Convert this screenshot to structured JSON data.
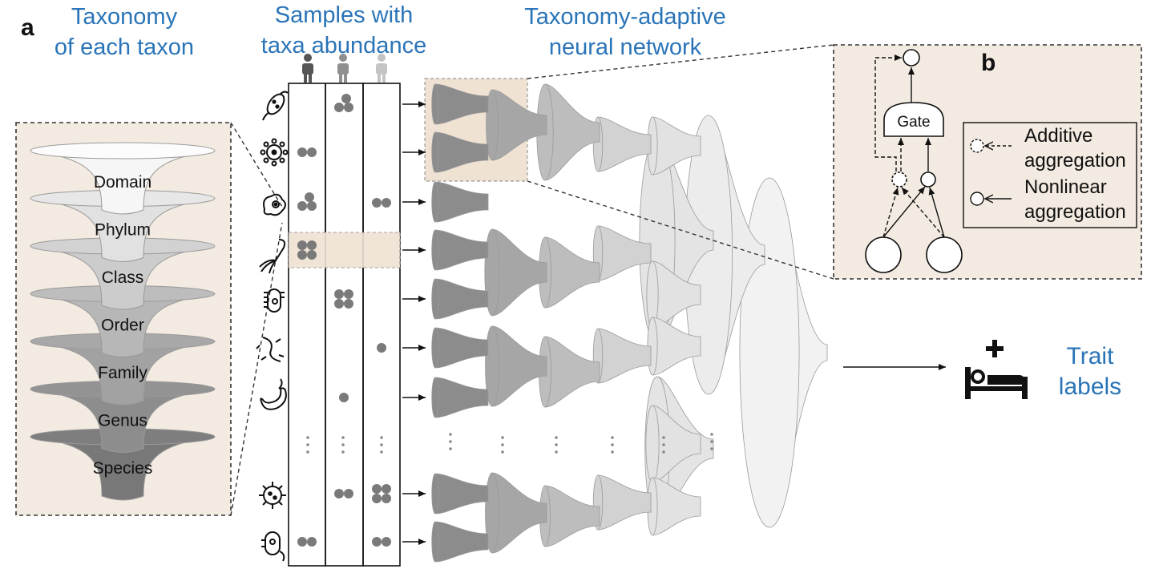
{
  "panel_a": {
    "letter": "a",
    "headers": {
      "taxonomy": [
        "Taxonomy",
        "of each taxon"
      ],
      "samples": [
        "Samples with",
        "taxa abundance"
      ],
      "network": [
        "Taxonomy-adaptive",
        "neural network"
      ]
    },
    "taxonomy_levels": [
      "Domain",
      "Phylum",
      "Class",
      "Order",
      "Family",
      "Genus",
      "Species"
    ],
    "sample_person_colors": [
      "#555555",
      "#8f8f8f",
      "#c4c4c4"
    ],
    "abundance_dots_per_row": [
      [
        0,
        3,
        0
      ],
      [
        2,
        0,
        0
      ],
      [
        3,
        0,
        2
      ],
      [
        4,
        0,
        0
      ],
      [
        0,
        4,
        0
      ],
      [
        0,
        0,
        1
      ],
      [
        0,
        1,
        0
      ],
      [
        0,
        2,
        4
      ],
      [
        2,
        0,
        2
      ]
    ],
    "output_label": [
      "Trait",
      "labels"
    ],
    "output_icon": "hospital-bed-icon"
  },
  "panel_b": {
    "letter": "b",
    "gate_label": "Gate",
    "legend": {
      "additive": [
        "Additive",
        "aggregation"
      ],
      "nonlinear": [
        "Nonlinear",
        "aggregation"
      ]
    }
  },
  "colors": {
    "accent_blue": "#2a74b8",
    "panel_bg": "#f3ebe1",
    "highlight": "#efe2d3"
  }
}
